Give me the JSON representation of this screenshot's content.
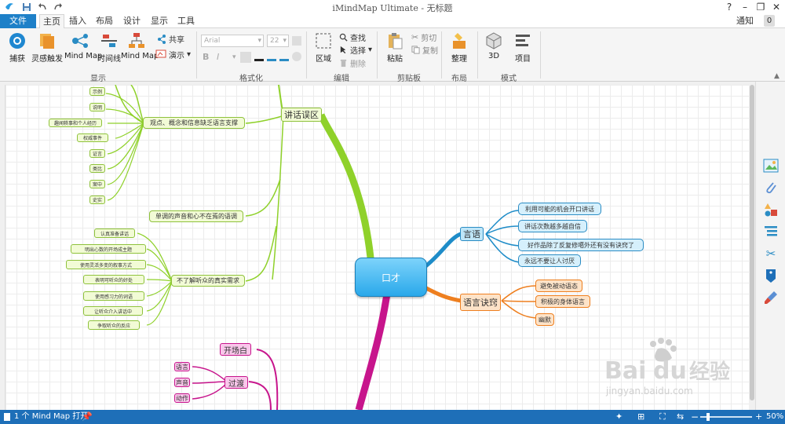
{
  "window": {
    "title": "iMindMap Ultimate - 无标题"
  },
  "tabs": {
    "file": "文件",
    "home": "主页",
    "insert": "插入",
    "layout": "布局",
    "design": "设计",
    "view": "显示",
    "tools": "工具"
  },
  "header": {
    "notify_label": "通知",
    "notify_count": "0",
    "help": "?"
  },
  "ribbon": {
    "capture": "捕获",
    "brainstorm": "灵感触发",
    "mindmap": "Mind Map",
    "timeline": "时间线",
    "mindmap2": "Mind Map",
    "share": "共享",
    "present": "演示",
    "group_display": "显示",
    "font_name": "Arial",
    "font_size": "22",
    "bold": "B",
    "italic": "I",
    "group_format": "格式化",
    "region": "区域",
    "find": "查找",
    "select": "选择",
    "delete": "删除",
    "group_edit": "编辑",
    "paste": "粘贴",
    "cut": "剪切",
    "copy": "复制",
    "group_clipboard": "剪贴板",
    "arrange": "整理",
    "group_layout": "布局",
    "three_d": "3D",
    "project": "项目",
    "group_mode": "模式"
  },
  "colors": {
    "accent": "#1e80c8",
    "green": "#8fc23c",
    "blue": "#2a8cc4",
    "orange": "#ee7f1f",
    "pink": "#c7158c"
  },
  "map": {
    "central": "口才",
    "branch_blue": {
      "label": "言语",
      "children": [
        "利用可能的机会开口讲话",
        "讲话次数越多越自信",
        "好作品除了反复修噶外还有没有诀窍了",
        "永远不要让人讨厌"
      ]
    },
    "branch_orange": {
      "label": "语言诀窍",
      "children": [
        "避免被动语态",
        "积极的身体语言",
        "幽默"
      ]
    },
    "branch_green": {
      "label": "讲话误区",
      "sub1": {
        "label": "观点、概念和信息缺乏语言支撑",
        "children": [
          "示例",
          "说明",
          "趣闻轶事和个人经历",
          "权威事件",
          "证言",
          "类比",
          "案中",
          "史实"
        ]
      },
      "sub2": {
        "label": "单调的声音和心不在焉的语调"
      },
      "sub3": {
        "label": "不了解听众的真实需求",
        "children": [
          "认真准备讲话",
          "明出心数的开场成主题",
          "使用灵活多变的叙事方式",
          "表明可听众的好处",
          "使用感习力的词语",
          "让听众介入讲话中",
          "争取听众的反应"
        ]
      }
    },
    "branch_pink": {
      "sub1": "开场白",
      "sub2": "过渡",
      "children": [
        "语言",
        "声音",
        "动作"
      ]
    }
  },
  "statusbar": {
    "open_text": "1 个 Mind Map 打开",
    "zoom": "50%"
  },
  "sidebar": {
    "icons": [
      "image-icon",
      "attachment-icon",
      "shapes-icon",
      "list-icon",
      "scissors-icon",
      "tag-icon",
      "brush-icon"
    ]
  }
}
